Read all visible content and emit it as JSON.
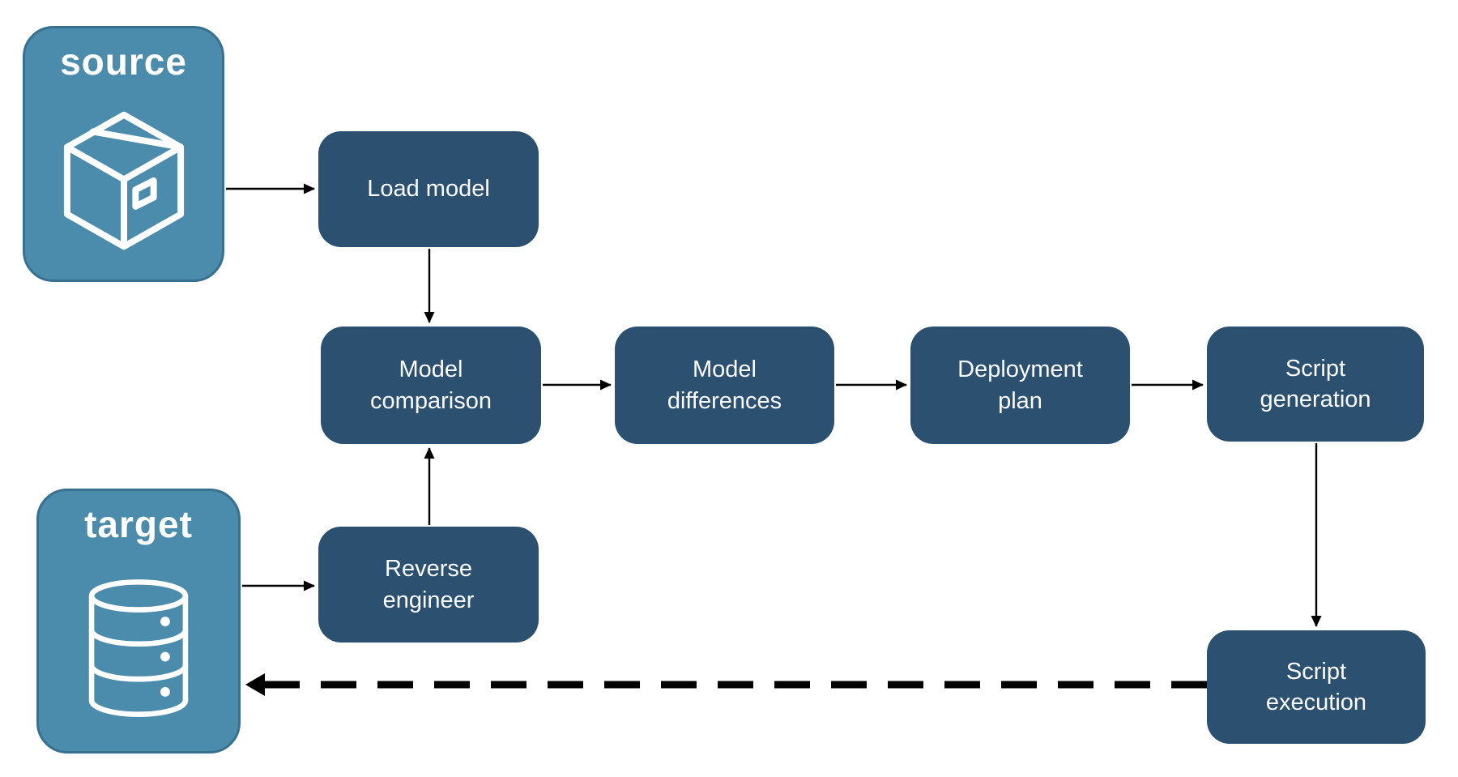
{
  "diagram": {
    "title": "model deployment pipeline flow",
    "colors": {
      "endpoint_fill": "#4b8bac",
      "endpoint_border": "#38708f",
      "process_fill": "#2b5070",
      "label_text": "#ffffff",
      "arrow": "#000000",
      "background": "#ffffff"
    },
    "endpoints": [
      {
        "id": "source",
        "label": "source",
        "icon": "package-icon"
      },
      {
        "id": "target",
        "label": "target",
        "icon": "database-icon"
      }
    ],
    "processes": [
      {
        "id": "load-model",
        "label": "Load model"
      },
      {
        "id": "model-comparison",
        "label": "Model comparison"
      },
      {
        "id": "model-differences",
        "label": "Model differences"
      },
      {
        "id": "deployment-plan",
        "label": "Deployment plan"
      },
      {
        "id": "script-generation",
        "label": "Script generation"
      },
      {
        "id": "reverse-engineer",
        "label": "Reverse engineer"
      },
      {
        "id": "script-execution",
        "label": "Script execution"
      }
    ],
    "flows": [
      {
        "from": "source",
        "to": "load-model",
        "style": "solid"
      },
      {
        "from": "load-model",
        "to": "model-comparison",
        "style": "solid"
      },
      {
        "from": "model-comparison",
        "to": "model-differences",
        "style": "solid"
      },
      {
        "from": "model-differences",
        "to": "deployment-plan",
        "style": "solid"
      },
      {
        "from": "deployment-plan",
        "to": "script-generation",
        "style": "solid"
      },
      {
        "from": "script-generation",
        "to": "script-execution",
        "style": "solid"
      },
      {
        "from": "target",
        "to": "reverse-engineer",
        "style": "solid"
      },
      {
        "from": "reverse-engineer",
        "to": "model-comparison",
        "style": "solid"
      },
      {
        "from": "script-execution",
        "to": "target",
        "style": "dashed"
      }
    ]
  }
}
